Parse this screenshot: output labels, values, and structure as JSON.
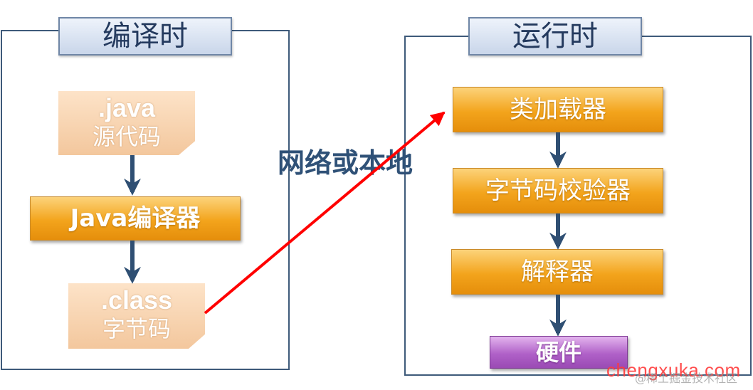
{
  "compile_panel": {
    "title": "编译时",
    "source_note": {
      "line1": ".java",
      "line2": "源代码"
    },
    "compiler_label": "Java编译器",
    "class_note": {
      "line1": ".class",
      "line2": "字节码"
    }
  },
  "runtime_panel": {
    "title": "运行时",
    "stages": [
      "类加载器",
      "字节码校验器",
      "解释器",
      "硬件"
    ]
  },
  "transfer_label": "网络或本地",
  "colors": {
    "panel_border": "#3e5a7a",
    "step_arrow": "#2f4f73",
    "transfer_arrow": "#ff0000",
    "orange_box": "#f3a41c",
    "purple_box": "#b061c8"
  },
  "watermark": {
    "domain": "chengxuka.com",
    "credit": "@稀土掘金技术社区"
  }
}
